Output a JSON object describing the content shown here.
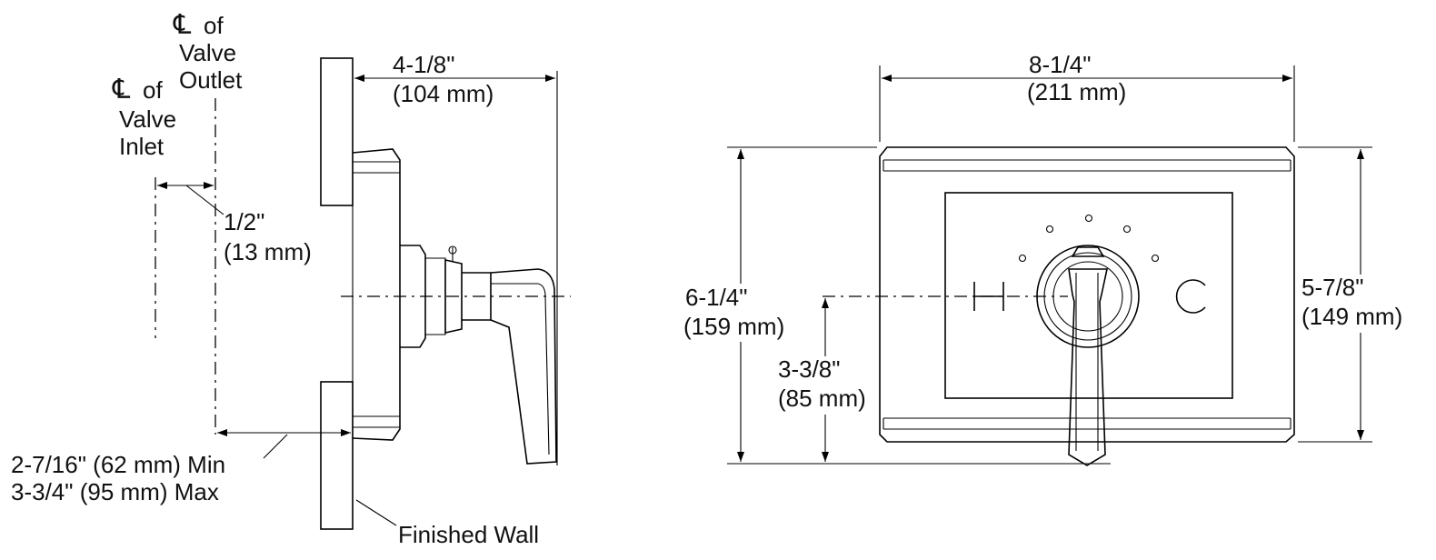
{
  "side_view": {
    "cl_outlet": {
      "symbol": "℄",
      "line1": "of",
      "line2": "Valve",
      "line3": "Outlet"
    },
    "cl_inlet": {
      "symbol": "℄",
      "line1": "of",
      "line2": "Valve",
      "line3": "Inlet"
    },
    "dim_offset": {
      "line1": "1/2\"",
      "line2": "(13 mm)"
    },
    "dim_depth": {
      "line1": "4-1/8\"",
      "line2": "(104 mm)"
    },
    "dim_rough": {
      "line1": "2-7/16\" (62 mm) Min",
      "line2": "3-3/4\" (95 mm) Max"
    },
    "finished_wall": "Finished Wall"
  },
  "front_view": {
    "dim_width": {
      "line1": "8-1/4\"",
      "line2": "(211 mm)"
    },
    "dim_height_total": {
      "line1": "6-1/4\"",
      "line2": "(159 mm)"
    },
    "dim_height_center": {
      "line1": "3-3/8\"",
      "line2": "(85 mm)"
    },
    "dim_plate_height": {
      "line1": "5-7/8\"",
      "line2": "(149 mm)"
    },
    "hot_label": "H",
    "cold_label": "C"
  }
}
